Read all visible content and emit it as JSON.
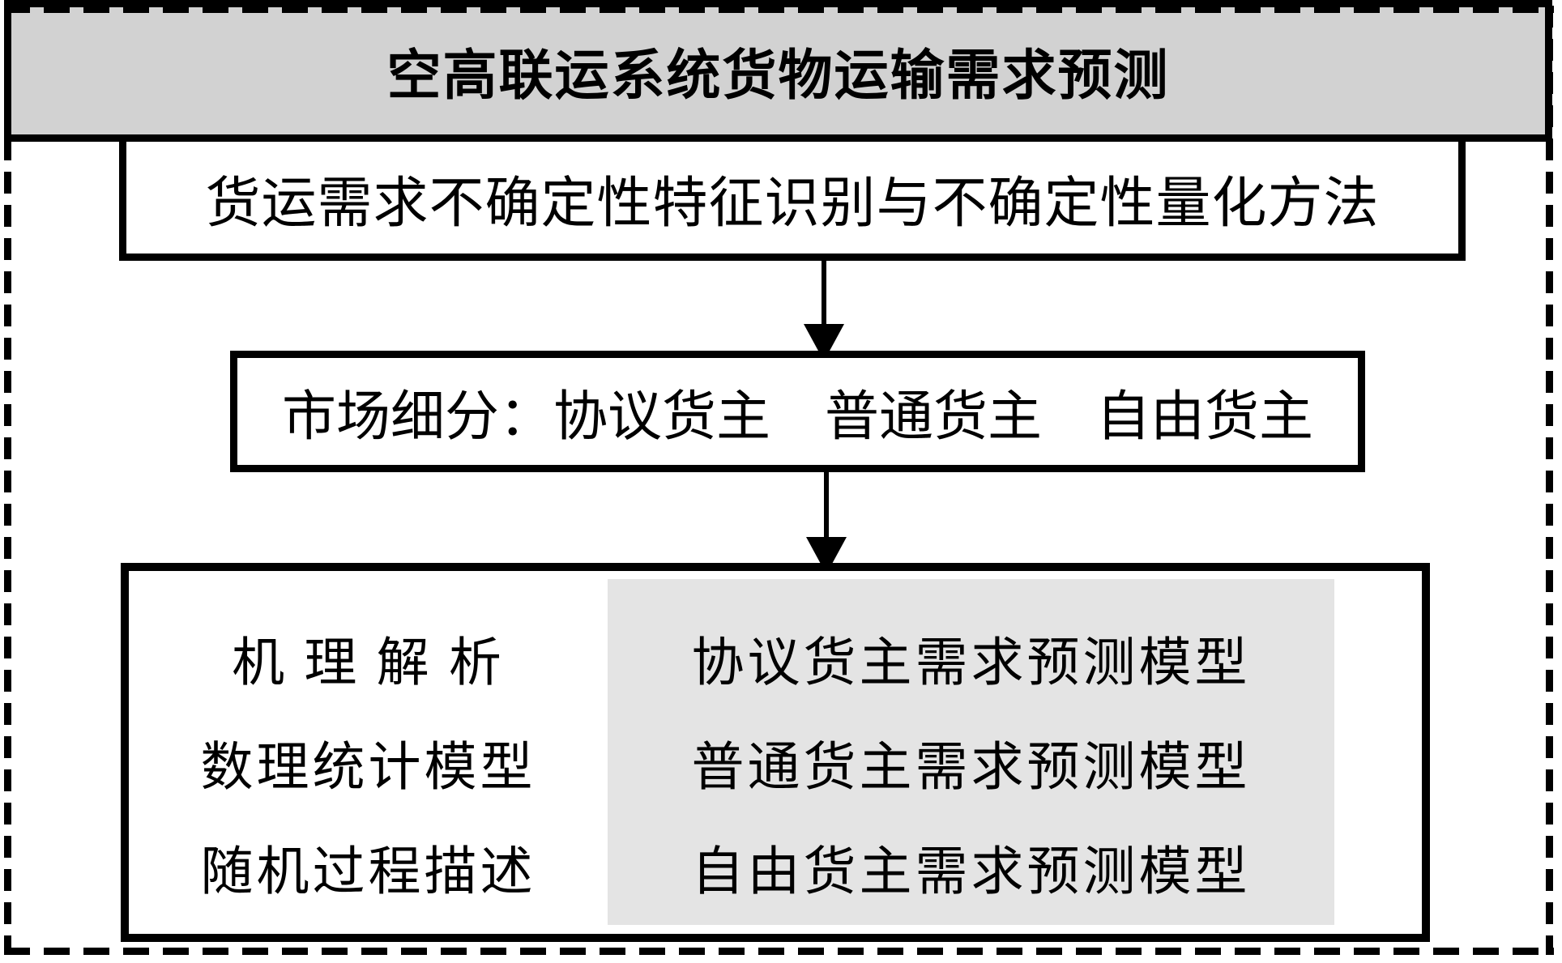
{
  "figure": {
    "title": "空高联运系统货物运输需求预测",
    "uncertainty_label": "货运需求不确定性特征识别与不确定性量化方法",
    "market_label": "市场细分：协议货主　普通货主　自由货主",
    "method_items": [
      "机 理 解 析",
      "数理统计模型",
      "随机过程描述"
    ],
    "model_items": [
      "协议货主需求预测模型",
      "普通货主需求预测模型",
      "自由货主需求预测模型"
    ],
    "colors": {
      "title_bg": "#d2d2d2",
      "panel_bg": "#e4e4e4",
      "ink": "#000000",
      "background": "#ffffff"
    }
  }
}
